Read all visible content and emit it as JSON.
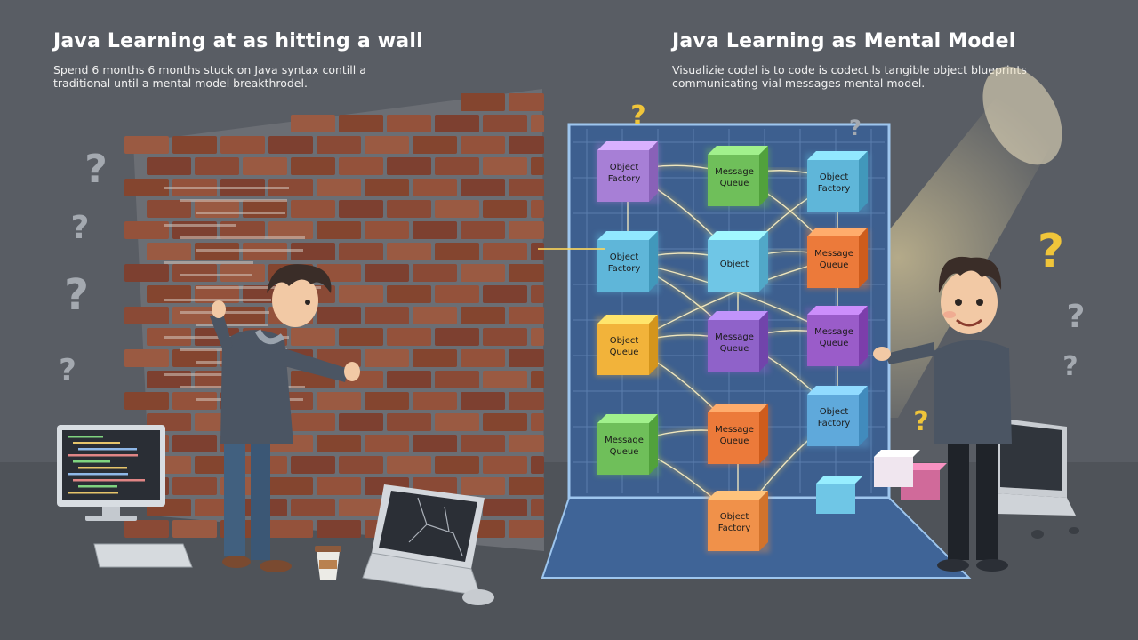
{
  "left_panel": {
    "title": "Java Learning at as hitting a wall",
    "subtitle_line1": "Spend 6 months 6 months stuck on Java syntax contill a",
    "subtitle_line2": "traditional until a mental model breakthrodel."
  },
  "right_panel": {
    "title": "Java Learning as Mental Model",
    "subtitle_line1": "Visualizie codel is to code is codect ls tangible object blueprints",
    "subtitle_line2": "communicating vial messages mental model."
  },
  "diagram": {
    "nodes": [
      {
        "label1": "Object",
        "label2": "Factory",
        "color": "#a77fd6"
      },
      {
        "label1": "Message",
        "label2": "Queue",
        "color": "#6fbf5a"
      },
      {
        "label1": "Object",
        "label2": "Factory",
        "color": "#5fb6d9"
      },
      {
        "label1": "Object",
        "label2": "Factory",
        "color": "#5fb6d9"
      },
      {
        "label1": "Object",
        "label2": "",
        "color": "#6fc6e6"
      },
      {
        "label1": "Message",
        "label2": "Queue",
        "color": "#ec7a3a"
      },
      {
        "label1": "Object",
        "label2": "Queue",
        "color": "#f2b33a"
      },
      {
        "label1": "Message",
        "label2": "Queue",
        "color": "#8f62c9"
      },
      {
        "label1": "Message",
        "label2": "Queue",
        "color": "#9a5cc9"
      },
      {
        "label1": "Message",
        "label2": "Queue",
        "color": "#6fbf5a"
      },
      {
        "label1": "Message",
        "label2": "Queue",
        "color": "#ec7a3a"
      },
      {
        "label1": "Object",
        "label2": "Factory",
        "color": "#5fa9db"
      },
      {
        "label1": "Object",
        "label2": "Factory",
        "color": "#f0914a"
      }
    ]
  },
  "question_mark": "?",
  "colors": {
    "background": "#595d64",
    "brick": "#8a4a36",
    "mortar": "#6b6e74",
    "board": "#3d5f8f",
    "glow": "#ffd75a",
    "hoodie": "#4b5563",
    "jeans": "#41607f"
  }
}
